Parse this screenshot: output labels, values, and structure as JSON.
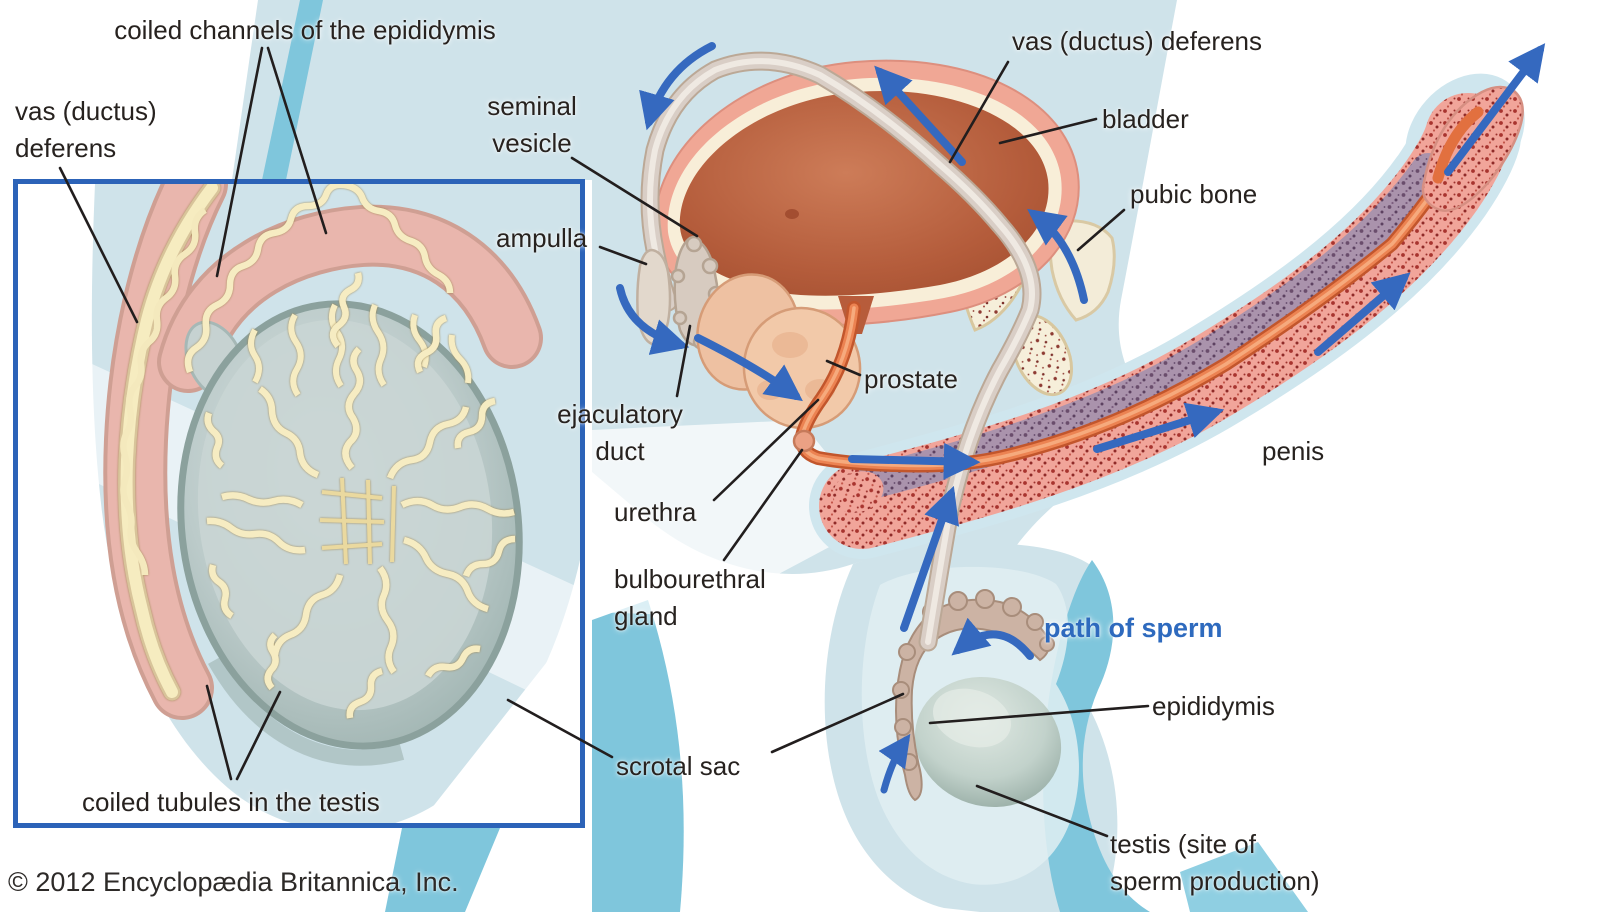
{
  "figure": {
    "copyright": "© 2012 Encyclopædia Britannica, Inc.",
    "colors": {
      "label_text": "#27221f",
      "path_text_blue": "#2e6abe",
      "arrow_blue": "#3569bf",
      "inset_border_blue": "#2c63b8",
      "background_light_blue": "#cfe3ea",
      "background_medium_blue": "#7fc6dc",
      "bladder_interior": "#b45c3b",
      "tubule_cream": "#f6ecc2",
      "epididymis_pink": "#e9b6ad"
    }
  },
  "labels": {
    "coiled_channels": "coiled channels of the epididymis",
    "vas_deferens_inset": "vas (ductus)\ndeferens",
    "seminal_vesicle": "seminal\nvesicle",
    "ampulla": "ampulla",
    "ejaculatory_duct": "ejaculatory\nduct",
    "urethra": "urethra",
    "bulbourethral_gland": "bulbourethral\ngland",
    "scrotal_sac": "scrotal sac",
    "vas_deferens_main": "vas (ductus) deferens",
    "bladder": "bladder",
    "pubic_bone": "pubic bone",
    "prostate": "prostate",
    "penis": "penis",
    "path_of_sperm": "path of sperm",
    "epididymis": "epididymis",
    "testis": "testis (site of\nsperm production)",
    "coiled_tubules": "coiled tubules in the testis",
    "copyright": "© 2012 Encyclopædia Britannica, Inc."
  }
}
